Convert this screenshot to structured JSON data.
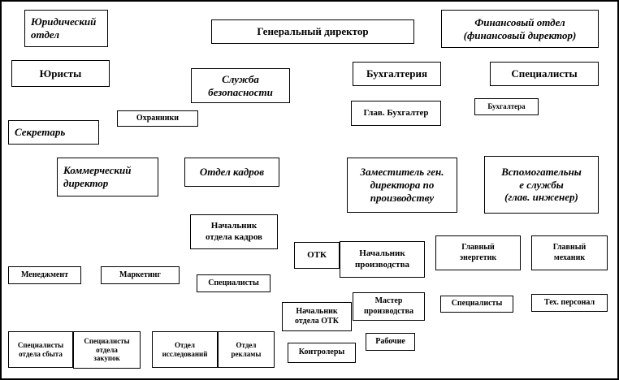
{
  "diagram": {
    "type": "org-chart",
    "colors": {
      "background": "#ffffff",
      "box_background": "#ffffff",
      "border": "#000000",
      "text": "#000000"
    },
    "boxes": [
      {
        "id": "legal-dept",
        "label": "Юридический\nотдел"
      },
      {
        "id": "general-director",
        "label": "Генеральный директор"
      },
      {
        "id": "finance-dept",
        "label": "Финансовый отдел\n(финансовый директор)"
      },
      {
        "id": "lawyers",
        "label": "Юристы"
      },
      {
        "id": "security-service",
        "label": "Служба\nбезопасности"
      },
      {
        "id": "accounting",
        "label": "Бухгалтерия"
      },
      {
        "id": "specialists-finance",
        "label": "Специалисты"
      },
      {
        "id": "chief-accountant",
        "label": "Глав. Бухгалтер"
      },
      {
        "id": "accountants",
        "label": "Бухгалтера"
      },
      {
        "id": "guards",
        "label": "Охранники"
      },
      {
        "id": "secretary",
        "label": "Секретарь"
      },
      {
        "id": "commercial-director",
        "label": "Коммерческий\nдиректор"
      },
      {
        "id": "hr-dept",
        "label": "Отдел кадров"
      },
      {
        "id": "deputy-production",
        "label": "Заместитель ген.\nдиректора по\nпроизводству"
      },
      {
        "id": "auxiliary-services",
        "label": "Вспомогательны\nе службы\n(глав. инженер)"
      },
      {
        "id": "hr-head",
        "label": "Начальник\nотдела кадров"
      },
      {
        "id": "otk",
        "label": "ОТК"
      },
      {
        "id": "production-head",
        "label": "Начальник\nпроизводства"
      },
      {
        "id": "chief-power-engineer",
        "label": "Главный\nэнергетик"
      },
      {
        "id": "chief-mechanic",
        "label": "Главный\nмеханик"
      },
      {
        "id": "management",
        "label": "Менеджмент"
      },
      {
        "id": "marketing",
        "label": "Маркетинг"
      },
      {
        "id": "specialists-hr",
        "label": "Специалисты"
      },
      {
        "id": "production-master",
        "label": "Мастер\nпроизводства"
      },
      {
        "id": "specialists-power",
        "label": "Специалисты"
      },
      {
        "id": "tech-staff",
        "label": "Тех. персонал"
      },
      {
        "id": "otk-head",
        "label": "Начальник\nотдела ОТК"
      },
      {
        "id": "sales-specialists",
        "label": "Специалисты\nотдела сбыта"
      },
      {
        "id": "purchase-specialists",
        "label": "Специалисты\nотдела\nзакупок"
      },
      {
        "id": "research-dept",
        "label": "Отдел\nисследований"
      },
      {
        "id": "ad-dept",
        "label": "Отдел\nрекламы"
      },
      {
        "id": "controllers",
        "label": "Контролеры"
      },
      {
        "id": "workers",
        "label": "Рабочие"
      }
    ]
  }
}
